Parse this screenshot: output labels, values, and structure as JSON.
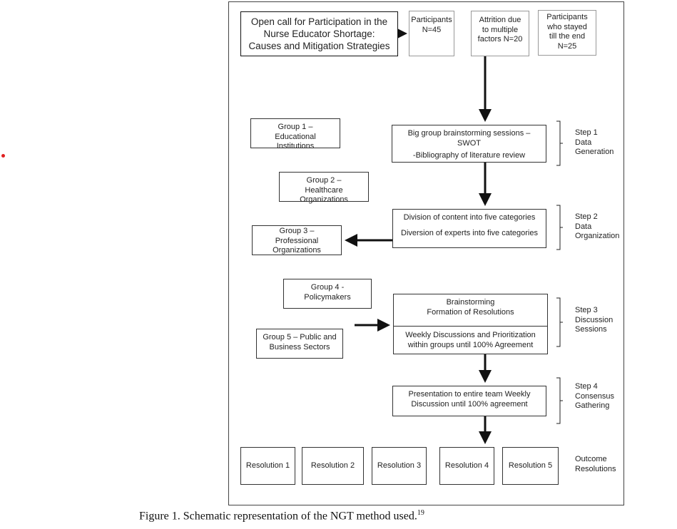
{
  "diagram": {
    "start": "Open call for Participation in the Nurse Educator Shortage: Causes and Mitigation Strategies",
    "participants": {
      "line1": "Participants",
      "line2": "N=45"
    },
    "attrition": {
      "line1": "Attrition due",
      "line2": "to multiple",
      "line3": "factors N=20"
    },
    "stayed": {
      "line1": "Participants",
      "line2": "who stayed",
      "line3": "till the end",
      "line4": "N=25"
    },
    "groups": [
      "Group 1 – Educational Institutions",
      "Group 2 – Healthcare Organizations",
      "Group 3 – Professional Organizations",
      "Group 4 - Policymakers",
      "Group 5 – Public and Business Sectors"
    ],
    "step1_box": {
      "line1": "Big group brainstorming sessions –",
      "line2": "SWOT",
      "line3": "-Bibliography of literature review"
    },
    "step2_box": {
      "line1": "Division of content into five categories",
      "line2": "Diversion of experts into five categories"
    },
    "step3_box": {
      "top1": "Brainstorming",
      "top2": "Formation of Resolutions",
      "bottom1": "Weekly Discussions and Prioritization",
      "bottom2": "within groups until 100% Agreement"
    },
    "step4_box": {
      "line1": "Presentation to entire team Weekly",
      "line2": "Discussion until 100% agreement"
    },
    "steps": [
      {
        "l1": "Step 1",
        "l2": "Data",
        "l3": "Generation"
      },
      {
        "l1": "Step 2",
        "l2": "Data",
        "l3": "Organization"
      },
      {
        "l1": "Step 3",
        "l2": "Discussion",
        "l3": "Sessions"
      },
      {
        "l1": "Step 4",
        "l2": "Consensus",
        "l3": "Gathering"
      }
    ],
    "resolutions": [
      "Resolution 1",
      "Resolution 2",
      "Resolution 3",
      "Resolution 4",
      "Resolution 5"
    ],
    "outcome": {
      "l1": "Outcome",
      "l2": "Resolutions"
    }
  },
  "caption": {
    "text": "Figure 1.  Schematic representation of the NGT method used.",
    "ref": "19"
  }
}
